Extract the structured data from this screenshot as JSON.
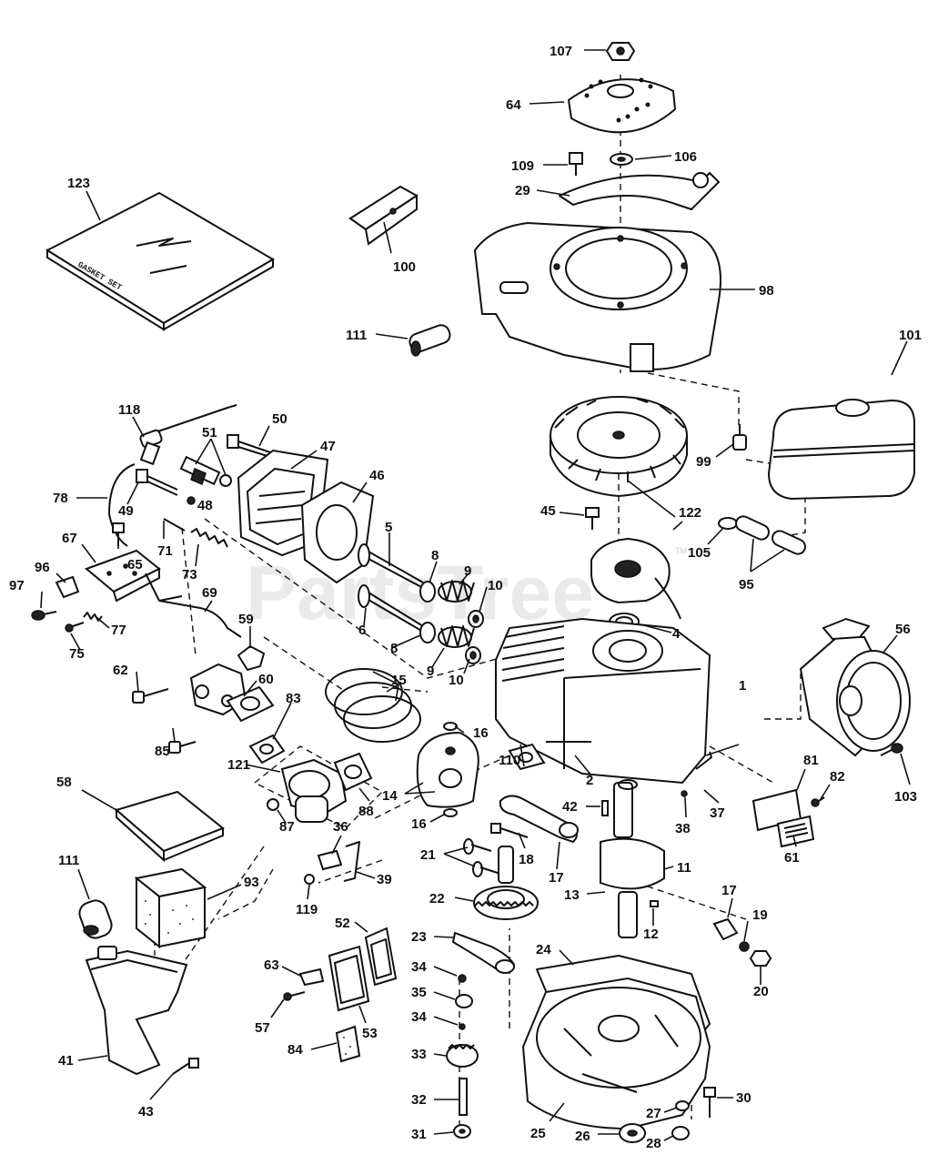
{
  "watermark": "PartsTree",
  "trademark": "TM",
  "gasket_set_text": "GASKET SET",
  "callouts": {
    "c107": "107",
    "c64": "64",
    "c109": "109",
    "c106": "106",
    "c29": "29",
    "c123": "123",
    "c100": "100",
    "c98": "98",
    "c111a": "111",
    "c101": "101",
    "c118": "118",
    "c50": "50",
    "c51": "51",
    "c47": "47",
    "c46": "46",
    "c78": "78",
    "c49": "49",
    "c48": "48",
    "c99": "99",
    "c45": "45",
    "c122": "122",
    "c105": "105",
    "c95": "95",
    "c67": "67",
    "c65": "65",
    "c71": "71",
    "c73": "73",
    "c5": "5",
    "c8a": "8",
    "c9a": "9",
    "c10a": "10",
    "c96": "96",
    "c97": "97",
    "c77": "77",
    "c75": "75",
    "c69": "69",
    "c59": "59",
    "c6": "6",
    "c8b": "8",
    "c9b": "9",
    "c10b": "10",
    "c4": "4",
    "c56": "56",
    "c62": "62",
    "c60": "60",
    "c15": "15",
    "c83": "83",
    "c1": "1",
    "c85": "85",
    "c16a": "16",
    "c110": "110",
    "c121": "121",
    "c2": "2",
    "c58": "58",
    "c14": "14",
    "c87": "87",
    "c88": "88",
    "c81": "81",
    "c82": "82",
    "c103": "103",
    "c42": "42",
    "c37": "37",
    "c16b": "16",
    "c38": "38",
    "c36": "36",
    "c61": "61",
    "c93": "93",
    "c21": "21",
    "c18": "18",
    "c11": "11",
    "c39": "39",
    "c111b": "111",
    "c119": "119",
    "c17a": "17",
    "c22": "22",
    "c13": "13",
    "c17b": "17",
    "c52": "52",
    "c12": "12",
    "c19": "19",
    "c23": "23",
    "c24": "24",
    "c63": "63",
    "c34a": "34",
    "c20": "20",
    "c35": "35",
    "c57": "57",
    "c53": "53",
    "c34b": "34",
    "c84": "84",
    "c33": "33",
    "c41": "41",
    "c43": "43",
    "c30": "30",
    "c32": "32",
    "c27": "27",
    "c31": "31",
    "c25": "25",
    "c26": "26",
    "c28": "28"
  }
}
